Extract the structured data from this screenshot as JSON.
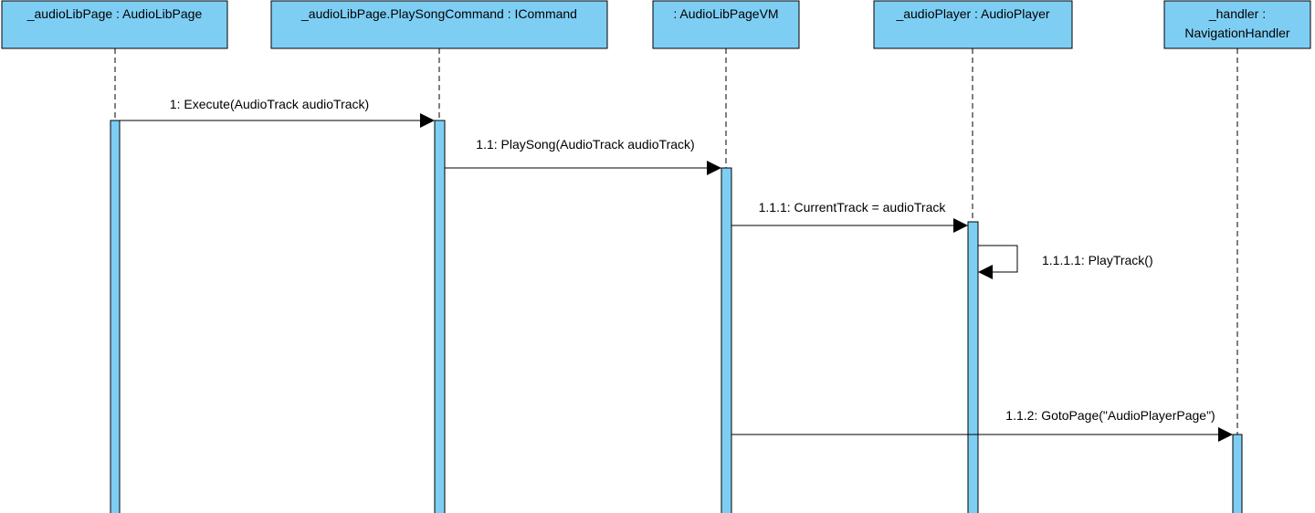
{
  "diagram": {
    "type": "sequence",
    "colors": {
      "box_fill": "#7ecef4",
      "stroke": "#000000",
      "background": "#ffffff"
    },
    "lifelines": [
      {
        "id": "audioLibPage",
        "lines": [
          "_audioLibPage : AudioLibPage"
        ]
      },
      {
        "id": "playSongCommand",
        "lines": [
          "_audioLibPage.PlaySongCommand : ICommand"
        ]
      },
      {
        "id": "audioLibPageVM",
        "lines": [
          ": AudioLibPageVM"
        ]
      },
      {
        "id": "audioPlayer",
        "lines": [
          "_audioPlayer : AudioPlayer"
        ]
      },
      {
        "id": "handler",
        "lines": [
          "_handler :",
          "NavigationHandler"
        ]
      }
    ],
    "messages": [
      {
        "from": "audioLibPage",
        "to": "playSongCommand",
        "label": "1: Execute(AudioTrack audioTrack)"
      },
      {
        "from": "playSongCommand",
        "to": "audioLibPageVM",
        "label": "1.1: PlaySong(AudioTrack audioTrack)"
      },
      {
        "from": "audioLibPageVM",
        "to": "audioPlayer",
        "label": "1.1.1: CurrentTrack = audioTrack"
      },
      {
        "from": "audioPlayer",
        "to": "audioPlayer",
        "label": "1.1.1.1: PlayTrack()",
        "self": true
      },
      {
        "from": "audioLibPageVM",
        "to": "handler",
        "label": "1.1.2: GotoPage(\"AudioPlayerPage\")"
      }
    ]
  }
}
